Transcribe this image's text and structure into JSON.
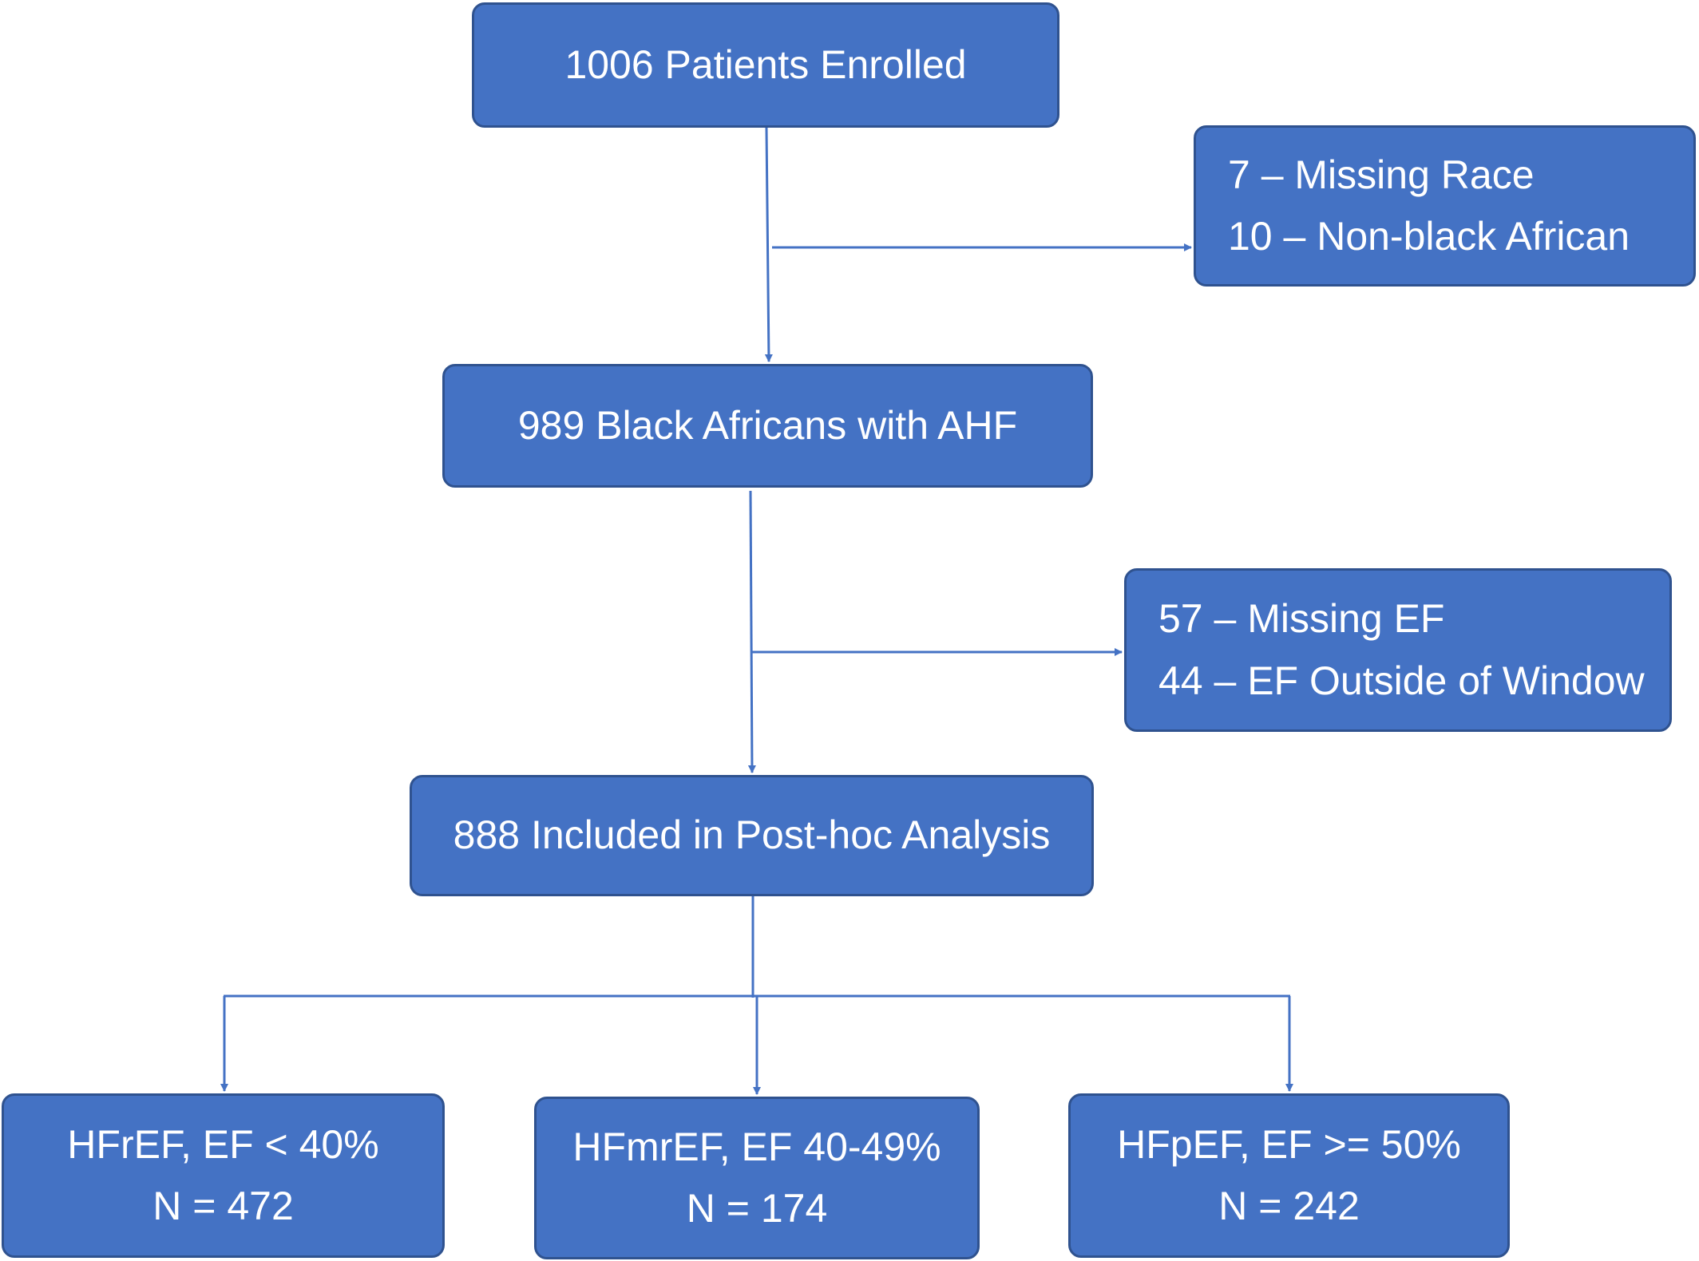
{
  "boxes": {
    "enrolled": {
      "line1": "1006 Patients Enrolled"
    },
    "exclusion_race": {
      "line1": "7 – Missing Race",
      "line2": "10 – Non-black African"
    },
    "black_africans": {
      "line1": "989 Black Africans with AHF"
    },
    "exclusion_ef": {
      "line1": "57 – Missing  EF",
      "line2": "44 – EF Outside of Window"
    },
    "included": {
      "line1": "888 Included in Post-hoc Analysis"
    },
    "hfref": {
      "line1": "HFrEF, EF < 40%",
      "line2": "N = 472"
    },
    "hfmref": {
      "line1": "HFmrEF, EF 40-49%",
      "line2": "N = 174"
    },
    "hfpef": {
      "line1": "HFpEF, EF >= 50%",
      "line2": "N = 242"
    }
  },
  "colors": {
    "box_fill": "#4472c4",
    "box_border": "#2f528f",
    "connector": "#4472c4",
    "text": "#ffffff"
  }
}
